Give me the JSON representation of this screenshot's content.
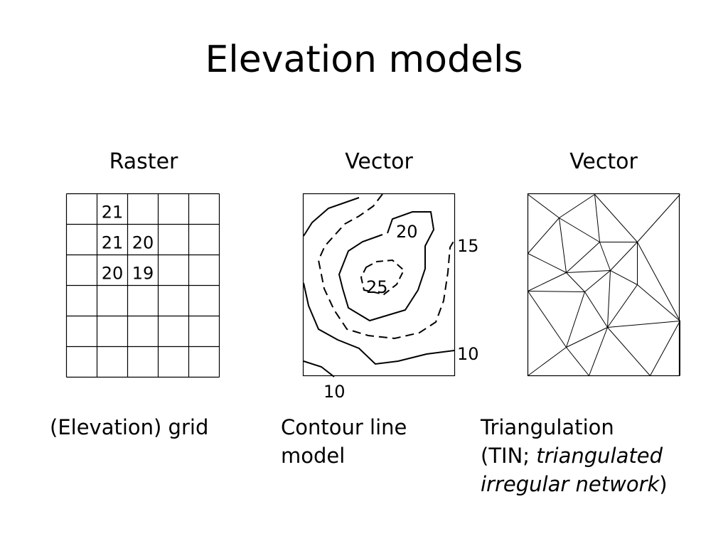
{
  "slide": {
    "title": "Elevation models"
  },
  "panels": {
    "raster": {
      "heading": "Raster",
      "caption": "(Elevation) grid",
      "rows": 6,
      "cols": 5,
      "cell_values": [
        {
          "row": 0,
          "col": 1,
          "text": "21"
        },
        {
          "row": 1,
          "col": 1,
          "text": "21"
        },
        {
          "row": 1,
          "col": 2,
          "text": "20"
        },
        {
          "row": 2,
          "col": 1,
          "text": "20"
        },
        {
          "row": 2,
          "col": 2,
          "text": "19"
        }
      ]
    },
    "contour": {
      "heading": "Vector",
      "caption_line1": "Contour line",
      "caption_line2": "model",
      "labels": {
        "c20": "20",
        "c25": "25",
        "c15": "15",
        "c10_right": "10",
        "c10_bottom": "10"
      }
    },
    "tin": {
      "heading": "Vector",
      "caption_line1": "Triangulation",
      "caption_line2_prefix": "(TIN; ",
      "caption_line2_italic": "triangulated",
      "caption_line3_italic": "irregular network",
      "caption_line3_suffix": ")"
    }
  }
}
